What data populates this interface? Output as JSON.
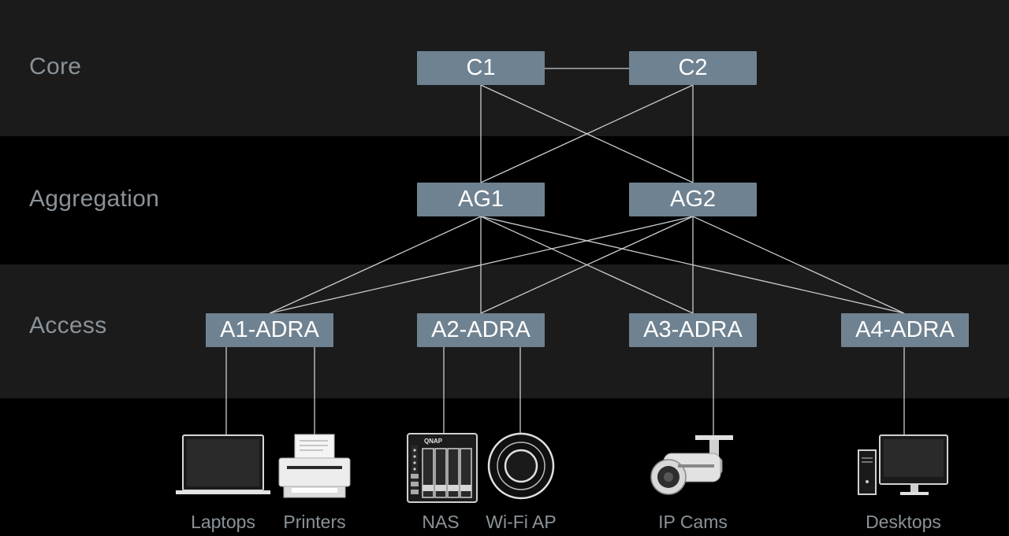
{
  "tiers": {
    "core": "Core",
    "aggregation": "Aggregation",
    "access": "Access"
  },
  "nodes": {
    "c1": "C1",
    "c2": "C2",
    "ag1": "AG1",
    "ag2": "AG2",
    "a1": "A1-ADRA",
    "a2": "A2-ADRA",
    "a3": "A3-ADRA",
    "a4": "A4-ADRA"
  },
  "devices": {
    "laptops": "Laptops",
    "printers": "Printers",
    "nas": "NAS",
    "wifi_ap": "Wi-Fi AP",
    "ip_cams": "IP Cams",
    "desktops": "Desktops",
    "nas_brand": "QNAP"
  },
  "colors": {
    "node_fill": "#6f8291",
    "band_dark": "#1b1b1c",
    "label": "#8a9399",
    "wire": "#c9cdd0"
  }
}
